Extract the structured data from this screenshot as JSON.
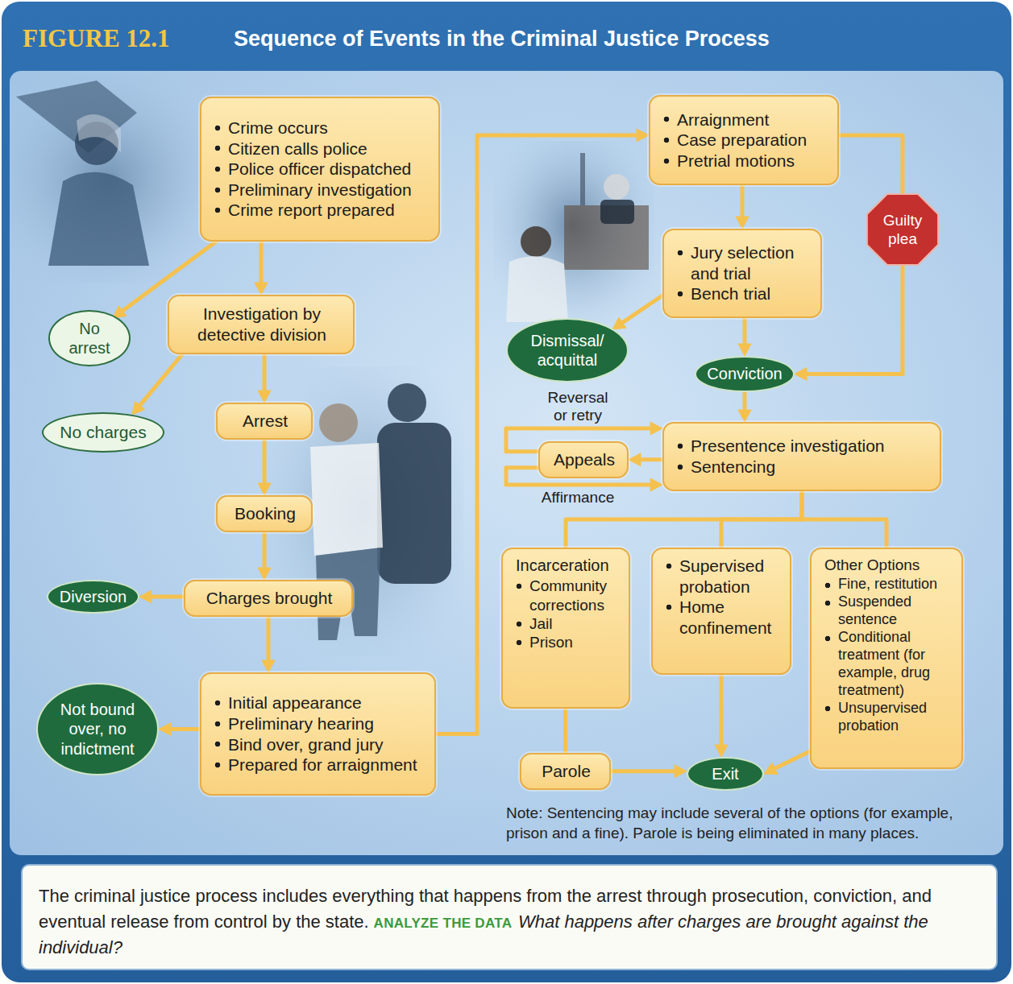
{
  "diagram": {
    "title": "Sequence of Events in the Criminal Justice Process",
    "caption": "The criminal justice process includes everything that happens from the arrest through prosecution, conviction, and eventual release from control by the state.",
    "nodes": [
      {
        "text": [
          "Crime occurs",
          "Citizen calls police",
          "Police officer dispatched",
          "Preliminary investigation",
          "Crime report prepared"
        ]
      },
      {
        "text": [
          "No arrest"
        ]
      },
      {
        "text": [
          "Investigation by detective division"
        ]
      },
      {
        "text": [
          "No charges"
        ]
      },
      {
        "text": [
          "Arrest"
        ]
      },
      {
        "text": [
          "Booking"
        ]
      },
      {
        "text": [
          "Diversion"
        ]
      },
      {
        "text": [
          "Charges brought"
        ]
      },
      {
        "text": [
          "Not bound over, no indictment"
        ]
      },
      {
        "text": [
          "Initial appearance",
          "Preliminary hearing",
          "Bind over, grand jury",
          "Prepared for arraignment"
        ]
      },
      {
        "text": [
          "Arraignment",
          "Case preparation",
          "Pretrial motions"
        ]
      },
      {
        "text": [
          "Guilty plea"
        ]
      },
      {
        "text": [
          "Jury selection and trial",
          "Bench trial"
        ]
      },
      {
        "text": [
          "Dismissal/ acquittal"
        ]
      },
      {
        "text": [
          "Conviction"
        ]
      },
      {
        "text": [
          "Appeals"
        ]
      },
      {
        "text": [
          "Presentence investigation",
          "Sentencing"
        ]
      },
      {
        "text": [
          "Incarceration",
          "Community corrections",
          "Jail",
          "Prison"
        ]
      },
      {
        "text": [
          "Supervised probation",
          "Home confinement"
        ]
      },
      {
        "text": [
          "Other Options",
          "Fine, restitution",
          "Suspended sentence",
          "Conditional treatment (for example, drug treatment)",
          "Unsupervised probation"
        ]
      },
      {
        "text": [
          "Parole"
        ]
      },
      {
        "text": [
          "Exit"
        ]
      }
    ],
    "edges": [
      {
        "from": 0,
        "to": 2,
        "arrow": "to"
      },
      {
        "from": 0,
        "to": 1,
        "arrow": "to"
      },
      {
        "from": 2,
        "to": 3,
        "arrow": "to"
      },
      {
        "from": 2,
        "to": 4,
        "arrow": "to"
      },
      {
        "from": 4,
        "to": 5,
        "arrow": "to"
      },
      {
        "from": 5,
        "to": 7,
        "arrow": "to"
      },
      {
        "from": 7,
        "to": 6,
        "arrow": "to"
      },
      {
        "from": 7,
        "to": 9,
        "arrow": "to"
      },
      {
        "from": 9,
        "to": 8,
        "arrow": "to"
      },
      {
        "from": 9,
        "to": 10,
        "arrow": "to"
      },
      {
        "from": 10,
        "to": 12,
        "arrow": "to"
      },
      {
        "from": 10,
        "to": 11,
        "arrow": "none"
      },
      {
        "from": 11,
        "to": 14,
        "arrow": "to"
      },
      {
        "from": 12,
        "to": 13,
        "arrow": "to"
      },
      {
        "from": 12,
        "to": 14,
        "arrow": "to"
      },
      {
        "from": 14,
        "to": 16,
        "arrow": "to"
      },
      {
        "from": 16,
        "to": 15,
        "arrow": "to"
      },
      {
        "from": 15,
        "to": 16,
        "label": "Reversal or retry",
        "arrow": "to"
      },
      {
        "from": 15,
        "to": 16,
        "label": "Affirmance",
        "arrow": "to"
      },
      {
        "from": 16,
        "to": 17,
        "arrow": "none"
      },
      {
        "from": 16,
        "to": 18,
        "arrow": "none"
      },
      {
        "from": 16,
        "to": 19,
        "arrow": "none"
      },
      {
        "from": 17,
        "to": 20,
        "arrow": "none"
      },
      {
        "from": 20,
        "to": 21,
        "arrow": "to"
      },
      {
        "from": 18,
        "to": 21,
        "arrow": "to"
      },
      {
        "from": 19,
        "to": 21,
        "arrow": "to"
      }
    ],
    "labels": [
      "FIGURE 12.1",
      "Note: Sentencing may include several of the options (for example, prison and a fine). Parole is being eliminated in many places.",
      "ANALYZE THE DATA",
      "What happens after charges are brought against the individual?"
    ]
  }
}
